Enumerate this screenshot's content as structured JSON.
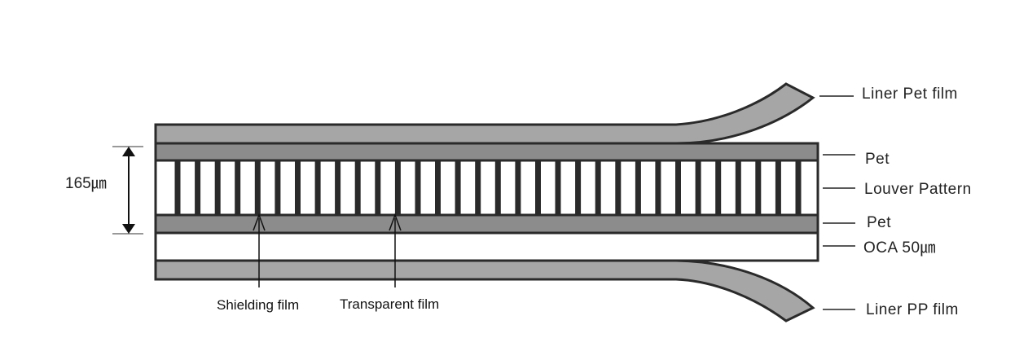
{
  "labels": {
    "liner_pet": "Liner Pet film",
    "pet_top": "Pet",
    "louver": "Louver Pattern",
    "pet_bottom": "Pet",
    "oca": "OCA 50㎛",
    "liner_pp": "Liner PP film",
    "shielding": "Shielding film",
    "transparent": "Transparent film",
    "thickness": "165㎛"
  },
  "colors": {
    "pet_layer": "#8c8c8c",
    "liner": "#a6a6a6",
    "stroke": "#2a2a2a"
  },
  "louver_strip_count": 32
}
